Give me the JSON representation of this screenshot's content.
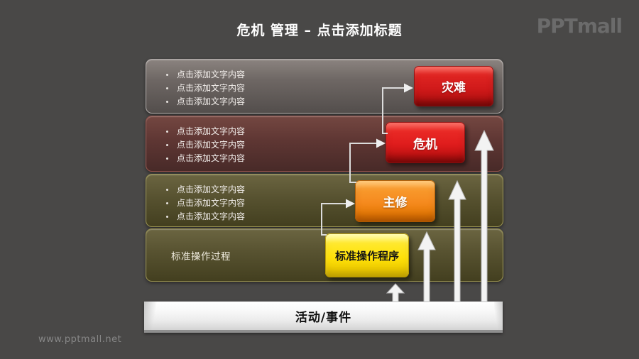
{
  "page": {
    "title": "危机 管理 – 点击添加标题",
    "logo": "PPTmall",
    "watermark": "www.pptmall.net",
    "background_color": "#494847"
  },
  "rows": [
    {
      "name": "disaster-level",
      "bullets": [
        "点击添加文字内容",
        "点击添加文字内容",
        "点击添加文字内容"
      ],
      "button": "灾难",
      "colors": {
        "panel": "#6e6764",
        "border": "#c4beb9",
        "button": "#d21b1b",
        "button_text": "#ffffff"
      }
    },
    {
      "name": "crisis-level",
      "bullets": [
        "点击添加文字内容",
        "点击添加文字内容",
        "点击添加文字内容"
      ],
      "button": "危机",
      "colors": {
        "panel": "#5e3633",
        "border": "#96524a",
        "button": "#e01d1d",
        "button_text": "#ffffff"
      }
    },
    {
      "name": "major-repair-level",
      "bullets": [
        "点击添加文字内容",
        "点击添加文字内容",
        "点击添加文字内容"
      ],
      "button": "主修",
      "colors": {
        "panel": "#575230",
        "border": "#98914f",
        "button": "#f68b1f",
        "button_text": "#ffffff"
      }
    },
    {
      "name": "sop-level",
      "label": "标准操作过程",
      "button": "标准操作程序",
      "colors": {
        "panel": "#575230",
        "border": "#98914f",
        "button": "#ffe10a",
        "button_text": "#141414"
      }
    }
  ],
  "bottom_bar": {
    "label": "活动/事件",
    "color": "#f2f2f2"
  },
  "graphics": {
    "connector_color": "#dcdcdc",
    "up_arrow_color": "#f3f3f3",
    "up_arrow_count": 4
  }
}
